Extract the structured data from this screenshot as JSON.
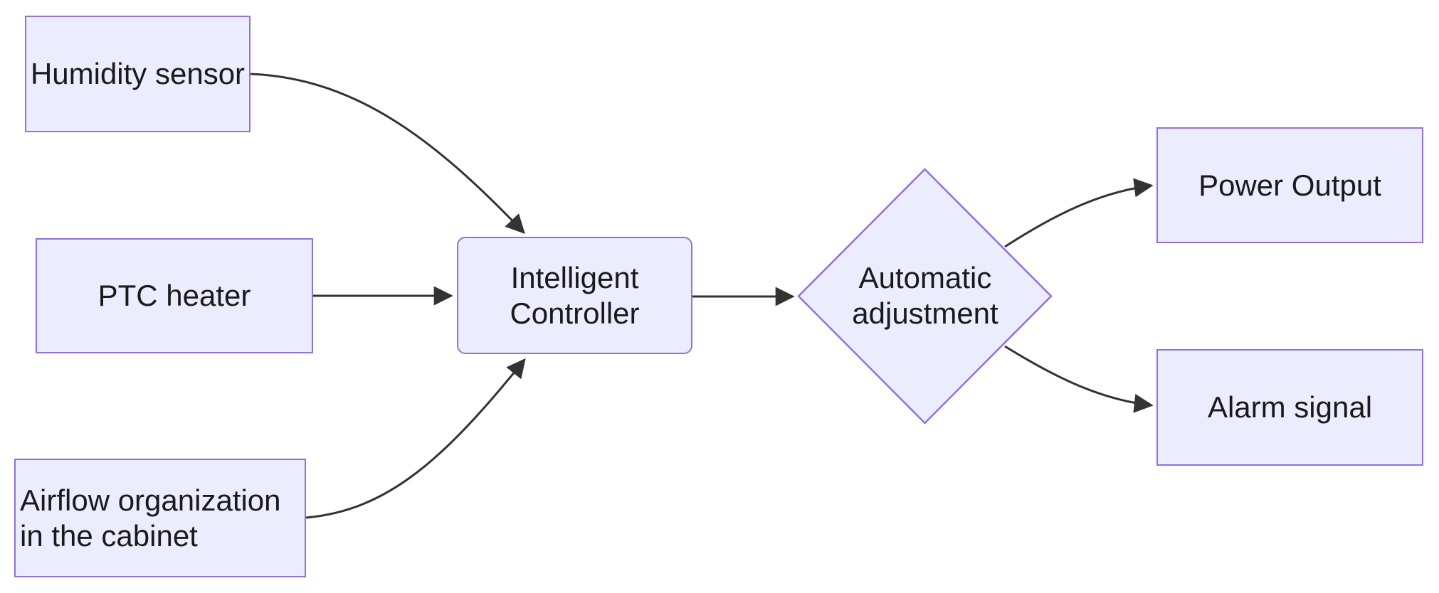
{
  "diagram": {
    "type": "flowchart",
    "direction": "left-to-right",
    "theme": {
      "node_fill": "#ECECFF",
      "node_border": "#9370DB",
      "edge_color": "#333333",
      "text_color": "#1a1a1a",
      "background": "#ffffff"
    },
    "nodes": {
      "humidity": {
        "label": "Humidity sensor",
        "shape": "rectangle"
      },
      "ptc": {
        "label": "PTC heater",
        "shape": "rectangle"
      },
      "airflow": {
        "label": "Airflow organization in the cabinet",
        "shape": "rectangle"
      },
      "controller": {
        "label": "Intelligent Controller",
        "shape": "rounded-rectangle"
      },
      "decision": {
        "label": "Automatic adjustment",
        "shape": "diamond"
      },
      "power": {
        "label": "Power Output",
        "shape": "rectangle"
      },
      "alarm": {
        "label": "Alarm signal",
        "shape": "rectangle"
      }
    },
    "edges": [
      {
        "from": "Humidity sensor",
        "to": "Intelligent Controller",
        "arrow": "filled-triangle"
      },
      {
        "from": "PTC heater",
        "to": "Intelligent Controller",
        "arrow": "filled-triangle"
      },
      {
        "from": "Airflow organization in the cabinet",
        "to": "Intelligent Controller",
        "arrow": "filled-triangle"
      },
      {
        "from": "Intelligent Controller",
        "to": "Automatic adjustment",
        "arrow": "filled-triangle"
      },
      {
        "from": "Automatic adjustment",
        "to": "Power Output",
        "arrow": "filled-triangle"
      },
      {
        "from": "Automatic adjustment",
        "to": "Alarm signal",
        "arrow": "filled-triangle"
      }
    ]
  }
}
